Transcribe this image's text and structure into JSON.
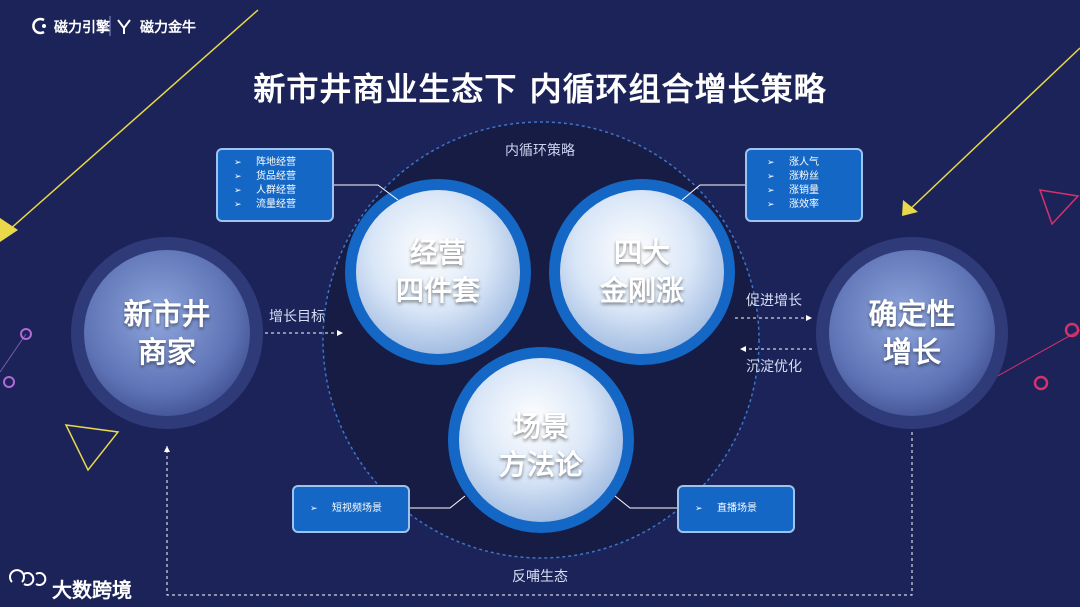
{
  "logos": {
    "engine": "磁力引擎",
    "jinniu": "磁力金牛"
  },
  "title": "新市井商业生态下  内循环组合增长策略",
  "center_label": "内循环策略",
  "circles": {
    "left": [
      "新市井",
      "商家"
    ],
    "right": [
      "确定性",
      "增长"
    ],
    "jingying": [
      "经营",
      "四件套"
    ],
    "sida": [
      "四大",
      "金刚涨"
    ],
    "changjing": [
      "场景",
      "方法论"
    ]
  },
  "boxes": {
    "jingying": [
      "阵地经营",
      "货品经营",
      "人群经营",
      "流量经营"
    ],
    "zhang": [
      "涨人气",
      "涨粉丝",
      "涨销量",
      "涨效率"
    ],
    "duanshipin": [
      "短视频场景"
    ],
    "zhibo": [
      "直播场景"
    ]
  },
  "flows": {
    "target": "增长目标",
    "promote": "促进增长",
    "settle": "沉淀优化",
    "feedback": "反哺生态"
  },
  "watermark": "大数跨境",
  "colors": {
    "background": "#1c2358",
    "accent_blue": "#1467c4",
    "yellow": "#e8d84a",
    "magenta": "#d4326e"
  }
}
